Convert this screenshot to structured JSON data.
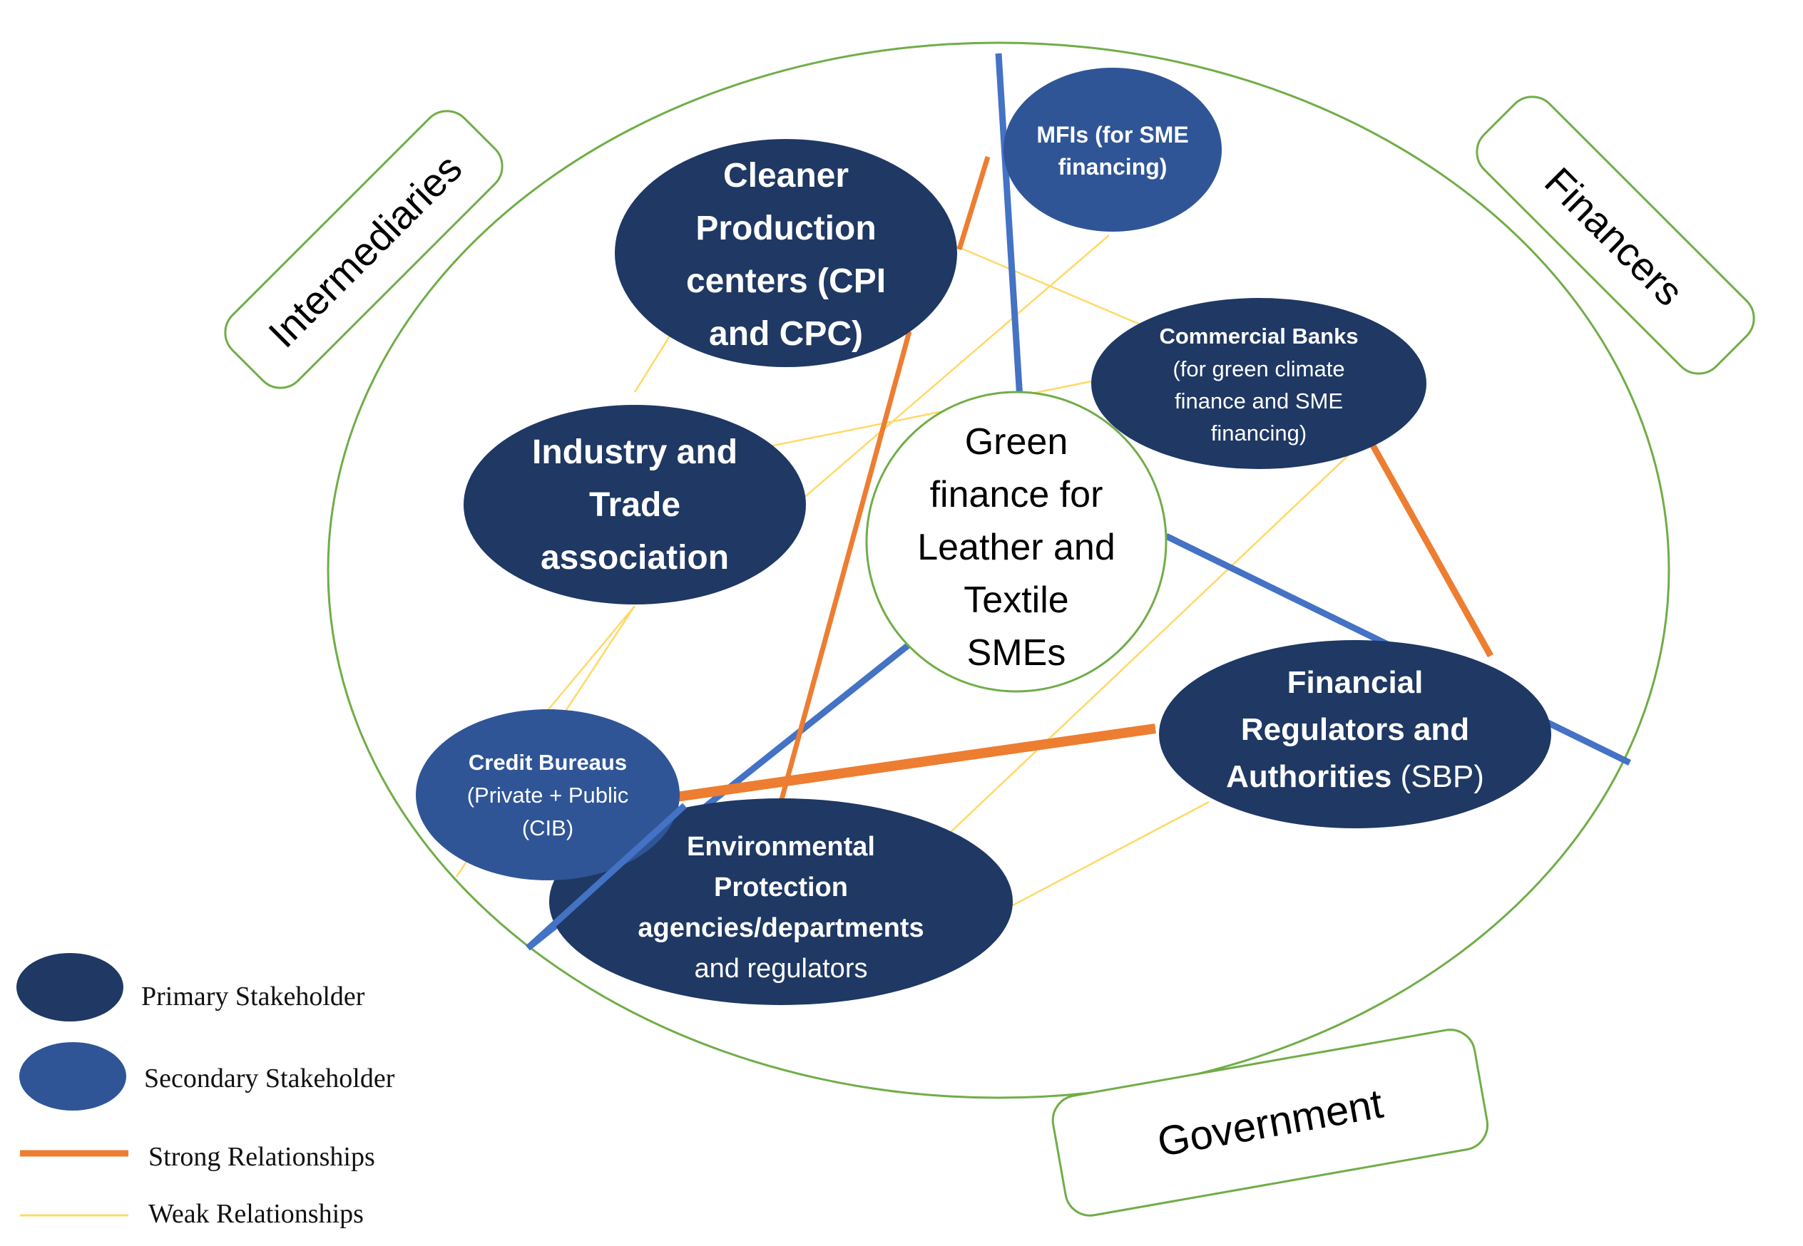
{
  "colors": {
    "primary": "#1f3864",
    "secondary": "#2f5597",
    "strong": "#ed7d31",
    "weak": "#ffd966",
    "blue_link": "#4472c4",
    "outline": "#70ad47"
  },
  "groups": {
    "intermediaries": "Intermediaries",
    "financers": "Financers",
    "government": "Government"
  },
  "center": {
    "lines": [
      "Green",
      "finance for",
      "Leather and",
      "Textile",
      "SMEs"
    ]
  },
  "nodes": {
    "cpc": {
      "lines": [
        "Cleaner",
        "Production",
        "centers (CPI",
        "and CPC)"
      ]
    },
    "mfi": {
      "lines": [
        "MFIs (for SME",
        "financing)"
      ]
    },
    "industry": {
      "lines": [
        "Industry and",
        "Trade",
        "association"
      ]
    },
    "banks": {
      "lines": [
        "Commercial Banks",
        "(for green climate",
        "finance and SME",
        "financing)"
      ]
    },
    "regulators": {
      "lines": [
        "Financial",
        "Regulators and"
      ],
      "last_bold": "Authorities",
      "last_light": " (SBP)"
    },
    "credit": {
      "lines": [
        "Credit Bureaus",
        "(Private + Public",
        "(CIB)"
      ]
    },
    "epa": {
      "lines": [
        "Environmental",
        "Protection",
        "agencies/departments",
        "and regulators"
      ]
    }
  },
  "legend": {
    "primary": "Primary  Stakeholder",
    "secondary": "Secondary  Stakeholder",
    "strong": "Strong  Relationships",
    "weak": "Weak  Relationships"
  }
}
